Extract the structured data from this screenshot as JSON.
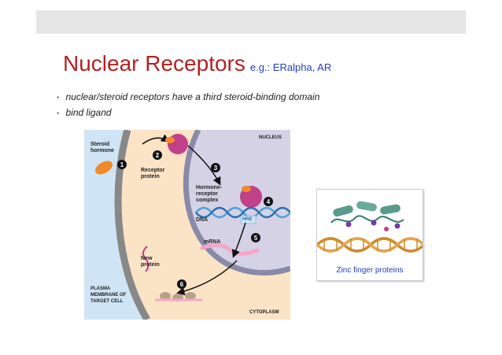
{
  "slide": {
    "title": "Nuclear Receptors",
    "subtitle": "e.g.: ERalpha, AR",
    "bullets": [
      "nuclear/steroid receptors have a third steroid-binding domain",
      "bind  ligand"
    ]
  },
  "figure": {
    "labels": {
      "steroid_hormone": "Steroid hormone",
      "receptor_protein": "Receptor protein",
      "hormone_receptor_complex": "Hormone-receptor complex",
      "dna": "DNA",
      "hre": "HRE",
      "mrna": "mRNA",
      "new_protein": "New protein",
      "plasma_membrane": "PLASMA MEMBRANE OF TARGET CELL",
      "nucleus": "NUCLEUS",
      "cytoplasm": "CYTOPLASM"
    },
    "steps": [
      "1",
      "2",
      "3",
      "4",
      "5",
      "6"
    ]
  },
  "inset": {
    "caption": "Zinc finger proteins"
  }
}
